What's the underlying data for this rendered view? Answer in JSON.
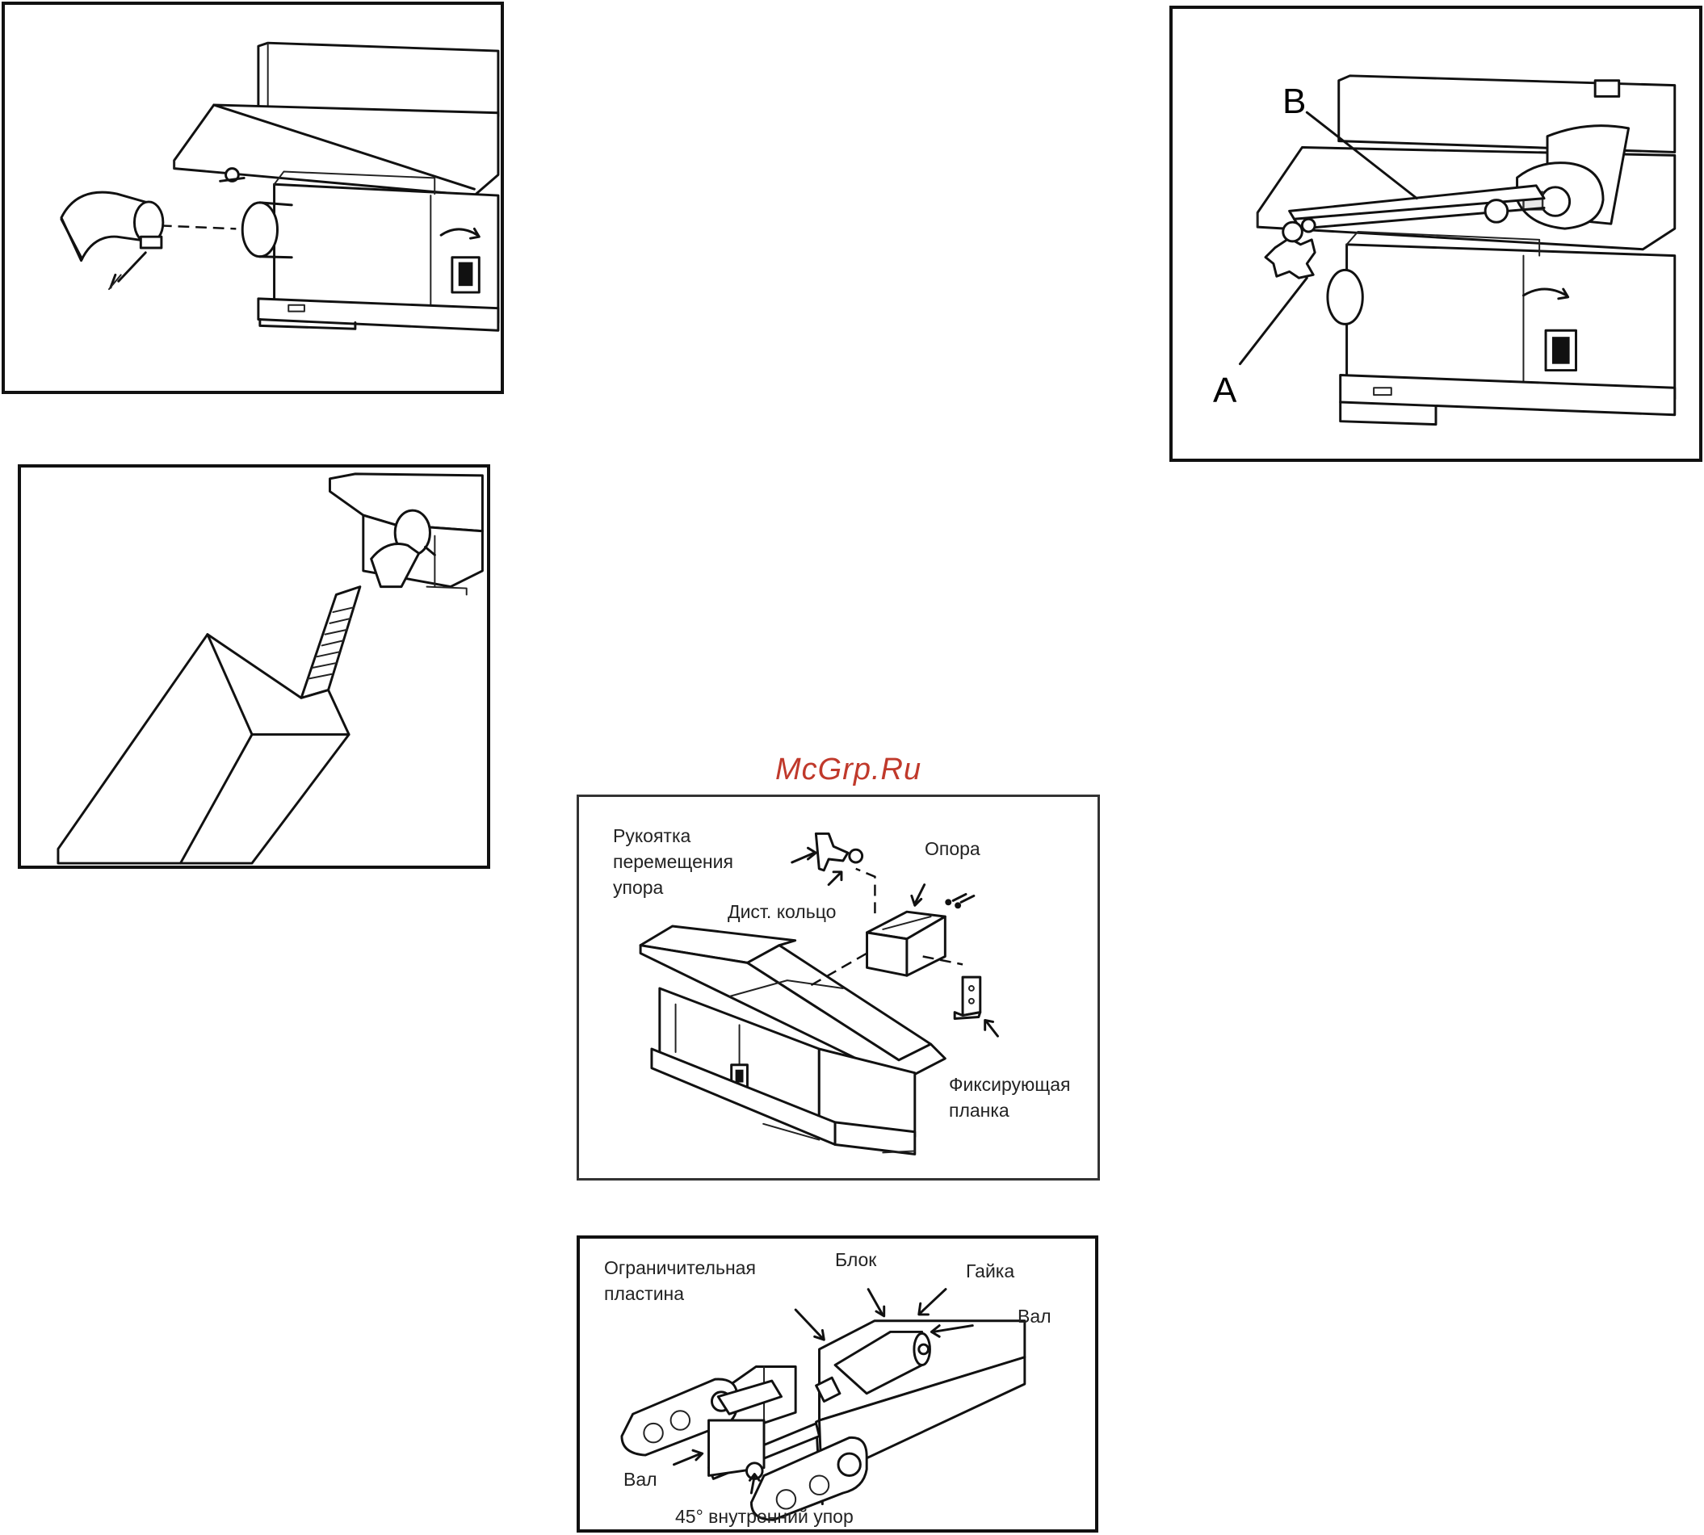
{
  "watermark": "McGrp.Ru",
  "figure_dust_chute": {},
  "figure_glue_tube": {},
  "figure_guard_arm": {
    "label_a": "A",
    "label_b": "B"
  },
  "figure_fence_assembly": {
    "labels": {
      "handle": "Рукоятка\nперемещения\nупора",
      "support": "Опора",
      "spacer": "Дист. кольцо",
      "lock_plate": "Фиксирующая\nпланка"
    }
  },
  "figure_fence_mechanism": {
    "labels": {
      "limit_plate": "Ограничительная\nпластина",
      "block": "Блок",
      "nut": "Гайка",
      "shaft_right": "Вал",
      "shaft_left": "Вал",
      "stop_45": "45° внутренний упор"
    }
  }
}
